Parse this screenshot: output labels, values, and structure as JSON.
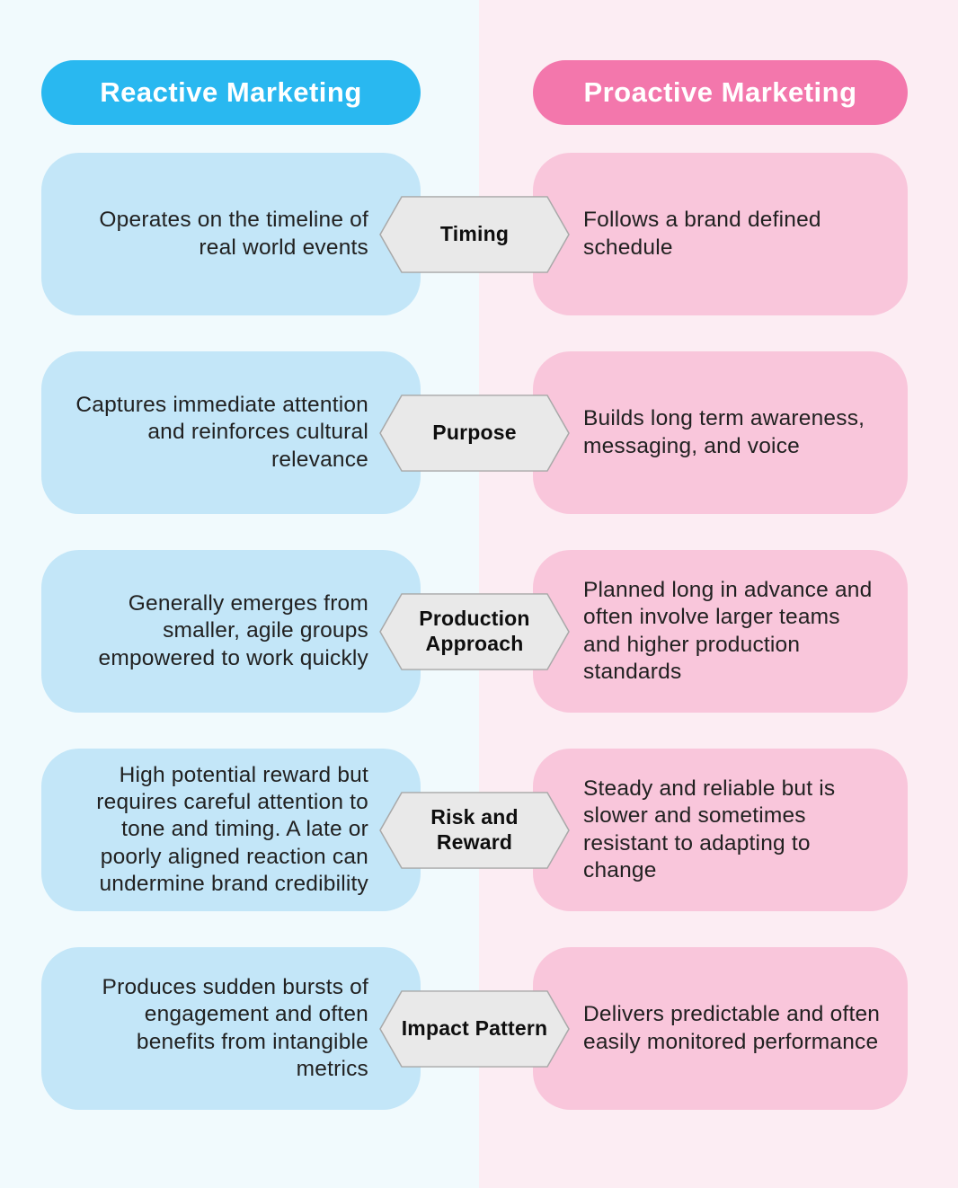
{
  "headers": {
    "reactive": "Reactive Marketing",
    "proactive": "Proactive Marketing"
  },
  "colors": {
    "bg-left": "#f1fafd",
    "bg-right": "#fcedf3",
    "pill-blue": "#29b8f0",
    "pill-pink": "#f377ac",
    "card-blue": "#c3e6f8",
    "card-pink": "#f9c6db",
    "hex-fill": "#e9e9e9",
    "hex-stroke": "#a8a8a8",
    "text-dark": "#212121"
  },
  "rows": [
    {
      "label": "Timing",
      "reactive": "Operates on the timeline of real world events",
      "proactive": "Follows a brand defined schedule"
    },
    {
      "label": "Purpose",
      "reactive": "Captures immediate attention and reinforces cultural relevance",
      "proactive": "Builds long term awareness, messaging, and voice"
    },
    {
      "label": "Production Approach",
      "reactive": "Generally emerges from smaller, agile groups empowered to work quickly",
      "proactive": "Planned long in advance and often involve larger teams and higher production standards"
    },
    {
      "label": "Risk and Reward",
      "reactive": "High potential reward but requires careful attention to tone and timing. A late or poorly aligned reaction can undermine brand credibility",
      "proactive": "Steady and reliable but is slower and sometimes resistant to adapting to change"
    },
    {
      "label": "Impact Pattern",
      "reactive": "Produces sudden bursts of engagement and often benefits from intangible metrics",
      "proactive": "Delivers predictable and often easily monitored performance"
    }
  ]
}
